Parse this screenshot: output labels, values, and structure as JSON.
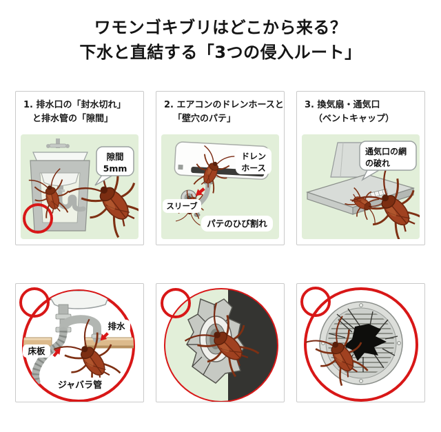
{
  "title": {
    "line1": "ワモンゴキブリはどこから来る？",
    "line2": "下水と直結する「3つの侵入ルート」"
  },
  "colors": {
    "accent_red": "#d81717",
    "panel_green": "#e2efd9",
    "card_border": "#c9c9c9",
    "floor_tan": "#dcba8c",
    "dark_wall": "#343431",
    "roach_brown": "#a04120"
  },
  "panels": {
    "p1": {
      "header_line1": "1. 排水口の「封水切れ」",
      "header_line2": "と排水管の「隙間」",
      "bubble_line1": "隙間",
      "bubble_line2": "5mm"
    },
    "p2": {
      "header_line1": "2. エアコンのドレンホースと",
      "header_line2": "「壁穴のパテ」",
      "label_hose_line1": "ドレン",
      "label_hose_line2": "ホース",
      "label_sleeve": "スリーブ",
      "label_putty": "パテのひび割れ"
    },
    "p3": {
      "header_line1": "3. 換気扇・通気口",
      "header_line2": "（ベントキャップ）",
      "bubble_line1": "通気口の網",
      "bubble_line2": "の破れ"
    },
    "p4": {
      "label_drain": "排水",
      "label_floor": "床板",
      "label_bellows": "ジャバラ管"
    }
  }
}
